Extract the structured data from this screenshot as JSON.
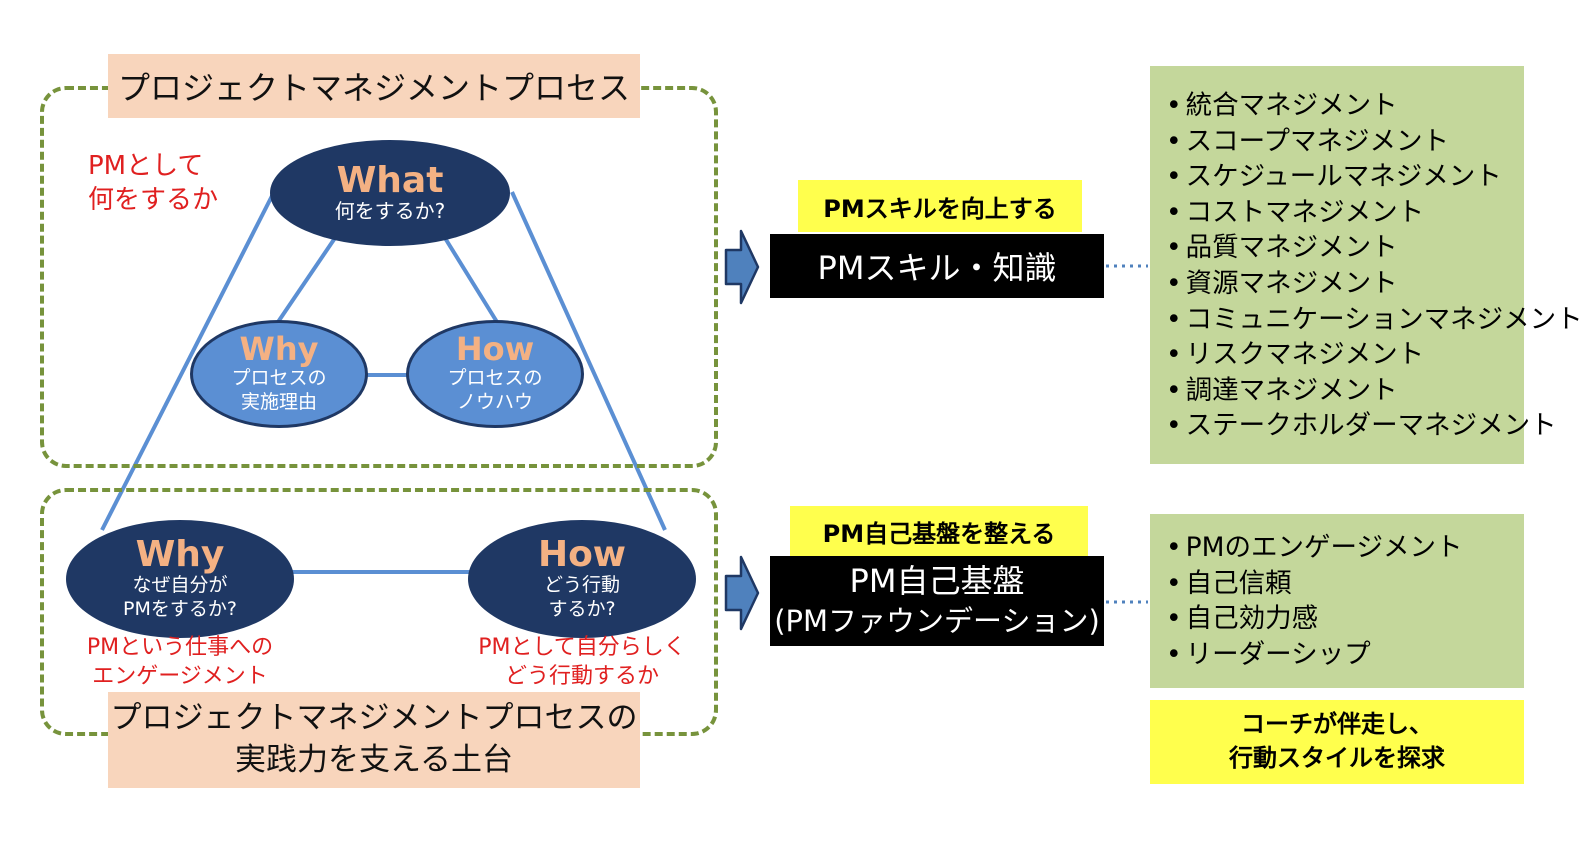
{
  "process_box": {
    "title": "プロジェクトマネジメントプロセス",
    "note": [
      "PMとして",
      "何をするか"
    ],
    "what": {
      "head": "What",
      "sub": [
        "何をするか?"
      ]
    },
    "why": {
      "head": "Why",
      "sub": [
        "プロセスの",
        "実施理由"
      ]
    },
    "how": {
      "head": "How",
      "sub": [
        "プロセスの",
        "ノウハウ"
      ]
    }
  },
  "foundation_box": {
    "title": [
      "プロジェクトマネジメントプロセスの",
      "実践力を支える土台"
    ],
    "why": {
      "head": "Why",
      "sub": [
        "なぜ自分が",
        "PMをするか?"
      ]
    },
    "how": {
      "head": "How",
      "sub": [
        "どう行動",
        "するか?"
      ]
    },
    "why_note": [
      "PMという仕事への",
      "エンゲージメント"
    ],
    "how_note": [
      "PMとして自分らしく",
      "どう行動するか"
    ]
  },
  "skill": {
    "tag": "PMスキルを向上する",
    "label": "PMスキル・知識",
    "items": [
      "統合マネジメント",
      "スコープマネジメント",
      "スケジュールマネジメント",
      "コストマネジメント",
      "品質マネジメント",
      "資源マネジメント",
      "コミュニケーションマネジメント",
      "リスクマネジメント",
      "調達マネジメント",
      "ステークホルダーマネジメント"
    ]
  },
  "foundation": {
    "tag": "PM自己基盤を整える",
    "label": [
      "PM自己基盤",
      "(PMファウンデーション)"
    ],
    "items": [
      "PMのエンゲージメント",
      "自己信頼",
      "自己効力感",
      "リーダーシップ"
    ],
    "coach": [
      "コーチが伴走し、",
      "行動スタイルを探求"
    ]
  },
  "colors": {
    "dark_navy": "#1f3864",
    "light_blue": "#5b8fd3",
    "orange_text": "#f4b183",
    "peach": "#f8d5bc",
    "green": "#c4d79b",
    "dash": "#77933c",
    "red": "#e02020",
    "yellow": "#ffff4d",
    "arrow": "#4f81bd"
  }
}
